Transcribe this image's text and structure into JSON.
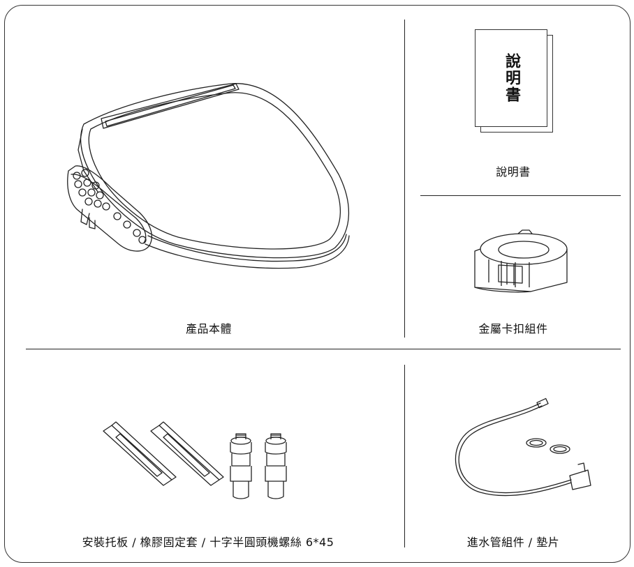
{
  "labels": {
    "body": "產品本體",
    "manual": "說明書",
    "clip": "金屬卡扣組件",
    "mount": "安裝托板 / 橡膠固定套 / 十字半圓頭機螺絲 6*45",
    "hose": "進水管組件 / 墊片"
  },
  "manual_cover_text": "說明書"
}
